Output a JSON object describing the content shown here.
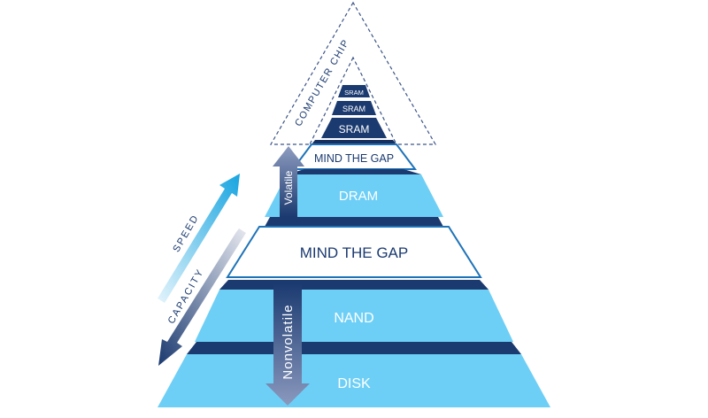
{
  "labels": {
    "computer_chip": "COMPUTER CHIP",
    "sram_top": "SRAM",
    "sram_mid": "SRAM",
    "sram_bottom": "SRAM",
    "gap_small": "MIND THE GAP",
    "dram": "DRAM",
    "gap_large": "MIND THE GAP",
    "nand": "NAND",
    "disk": "DISK",
    "volatile": "Volatile",
    "nonvolatile": "Nonvolatile",
    "speed": "SPEED",
    "capacity": "CAPACITY"
  },
  "colors": {
    "light_blue": "#6ECFF6",
    "navy": "#1B3A70",
    "dark_navy": "#172F5E",
    "outline": "#1E73B8",
    "gap_fill": "#ffffff",
    "chip_dash": "#3B5488",
    "speed_arrow": "#18A5E0",
    "capacity_arrow": "#1B3A70"
  }
}
